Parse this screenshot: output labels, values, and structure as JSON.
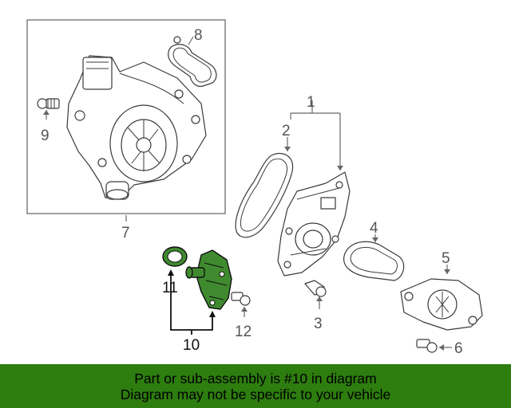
{
  "callouts": {
    "c1": "1",
    "c2": "2",
    "c3": "3",
    "c4": "4",
    "c5": "5",
    "c6": "6",
    "c7": "7",
    "c8": "8",
    "c9": "9",
    "c10": "10",
    "c11": "11",
    "c12": "12"
  },
  "banner": {
    "line1": "Part or sub-assembly is #10 in diagram",
    "line2": "Diagram may not be specific to your vehicle"
  },
  "colors": {
    "highlight": "#3f8a2e",
    "banner": "#2e7d0f"
  }
}
